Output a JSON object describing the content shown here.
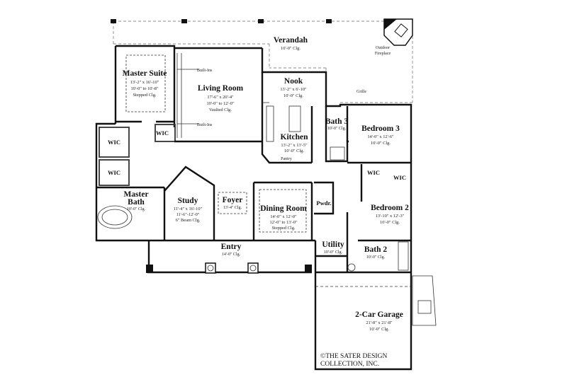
{
  "rooms": {
    "verandah": {
      "name": "Verandah",
      "dim": "10'-0\" Clg."
    },
    "outdoor_fireplace": {
      "line1": "Outdoor",
      "line2": "Fireplace"
    },
    "master_suite": {
      "name": "Master Suite",
      "dim1": "13'-2\" x 16'-10\"",
      "dim2": "10'-0\" to 10'-8\"",
      "dim3": "Stepped Clg."
    },
    "living_room": {
      "name": "Living Room",
      "dim1": "17'-6\" x 20'-4\"",
      "dim2": "10'-0\" to 12'-0\"",
      "dim3": "Vaulted Clg."
    },
    "nook": {
      "name": "Nook",
      "dim1": "13'-2\" x 6'-10\"",
      "dim2": "10'-0\" Clg."
    },
    "kitchen": {
      "name": "Kitchen",
      "dim1": "13'-2\" x 13'-5\"",
      "dim2": "10'-0\" Clg."
    },
    "pantry": {
      "name": "Pantry"
    },
    "bath3": {
      "name": "Bath 3",
      "dim": "10'-0\" Clg."
    },
    "grille": {
      "name": "Grille"
    },
    "bedroom3": {
      "name": "Bedroom 3",
      "dim1": "14'-0\" x 12'-6\"",
      "dim2": "10'-0\" Clg."
    },
    "wic_a": {
      "name": "WIC"
    },
    "wic_b": {
      "name": "WIC"
    },
    "wic_c": {
      "name": "WIC"
    },
    "wic_d": {
      "name": "WIC"
    },
    "wic_e": {
      "name": "WIC"
    },
    "master_bath": {
      "name1": "Master",
      "name2": "Bath",
      "dim": "10'-0\" Clg."
    },
    "study": {
      "name": "Study",
      "dim1": "11'-4\" x 16'-10\"",
      "dim2": "11'-6\"-12'-0\"",
      "dim3": "6\" Beam Clg."
    },
    "foyer": {
      "name": "Foyer",
      "dim": "13'-4\" Clg."
    },
    "dining_room": {
      "name": "Dining Room",
      "dim1": "14'-0\" x 12'-0\"",
      "dim2": "12'-0\" to 13'-0\"",
      "dim3": "Stepped Clg."
    },
    "pwdr": {
      "name": "Pwdr."
    },
    "bedroom2": {
      "name": "Bedroom 2",
      "dim1": "13'-10\" x 12'-3\"",
      "dim2": "10'-0\" Clg."
    },
    "utility": {
      "name": "Utility",
      "dim": "10'-0\" Clg."
    },
    "bath2": {
      "name": "Bath 2",
      "dim": "10'-0\" Clg."
    },
    "entry": {
      "name": "Entry",
      "dim": "14'-0\" Clg."
    },
    "garage": {
      "name": "2-Car Garage",
      "dim1": "21'-8\" x 21'-8\"",
      "dim2": "10'-0\" Clg."
    }
  },
  "labels": {
    "builtins_upper": "Built-Ins",
    "builtins_lower": "Built-Ins"
  },
  "copyright": {
    "line1": "©THE SATER DESIGN",
    "line2": "COLLECTION, INC."
  }
}
